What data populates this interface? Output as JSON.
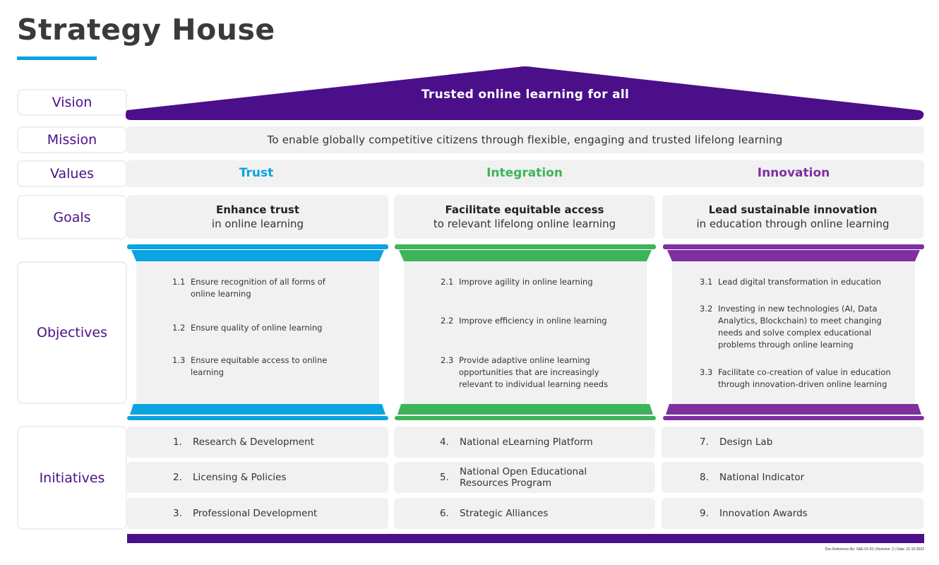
{
  "header": {
    "title": "Strategy House"
  },
  "colors": {
    "purple": "#4b0f8a",
    "trust_blue": "#0ba3e0",
    "integration_green": "#3db45a",
    "innovation_purple": "#7f2fa0",
    "band_gray": "#f1f1f1"
  },
  "labels": {
    "vision": "Vision",
    "mission": "Mission",
    "values": "Values",
    "goals": "Goals",
    "objectives": "Objectives",
    "initiatives": "Initiatives"
  },
  "vision": {
    "text": "Trusted online learning for all"
  },
  "mission": {
    "text": "To enable globally competitive citizens through flexible, engaging and trusted lifelong learning"
  },
  "values": [
    "Trust",
    "Integration",
    "Innovation"
  ],
  "goals": [
    {
      "title": "Enhance trust",
      "subtitle": "in online learning"
    },
    {
      "title": "Facilitate equitable access",
      "subtitle": "to relevant lifelong online learning"
    },
    {
      "title": "Lead sustainable innovation",
      "subtitle": "in education through online learning"
    }
  ],
  "objectives": [
    [
      {
        "num": "1.1",
        "text": "Ensure recognition of all forms of online learning"
      },
      {
        "num": "1.2",
        "text": "Ensure quality of online learning"
      },
      {
        "num": "1.3",
        "text": "Ensure equitable access to online learning"
      }
    ],
    [
      {
        "num": "2.1",
        "text": "Improve agility in online learning"
      },
      {
        "num": "2.2",
        "text": "Improve efficiency in online learning"
      },
      {
        "num": "2.3",
        "text": "Provide adaptive online learning opportunities that are increasingly relevant to individual learning needs"
      }
    ],
    [
      {
        "num": "3.1",
        "text": "Lead digital transformation in education"
      },
      {
        "num": "3.2",
        "text": "Investing in new technologies (AI, Data Analytics, Blockchain) to meet changing needs and solve complex educational problems through online learning"
      },
      {
        "num": "3.3",
        "text": "Facilitate co-creation of value in education through innovation-driven online learning"
      }
    ]
  ],
  "initiatives": [
    [
      {
        "num": "1.",
        "text": "Research & Development"
      },
      {
        "num": "2.",
        "text": "Licensing & Policies"
      },
      {
        "num": "3.",
        "text": "Professional Development"
      }
    ],
    [
      {
        "num": "4.",
        "text": "National eLearning Platform"
      },
      {
        "num": "5.",
        "text": "National Open Educational Resources Program"
      },
      {
        "num": "6.",
        "text": "Strategic Alliances"
      }
    ],
    [
      {
        "num": "7.",
        "text": "Design Lab"
      },
      {
        "num": "8.",
        "text": "National Indicator"
      },
      {
        "num": "9.",
        "text": "Innovation Awards"
      }
    ]
  ],
  "footer": {
    "text": "Doc.Reference.No: S&E-01-03  |  Revision: 2  |  Date: 31-10-2022"
  }
}
